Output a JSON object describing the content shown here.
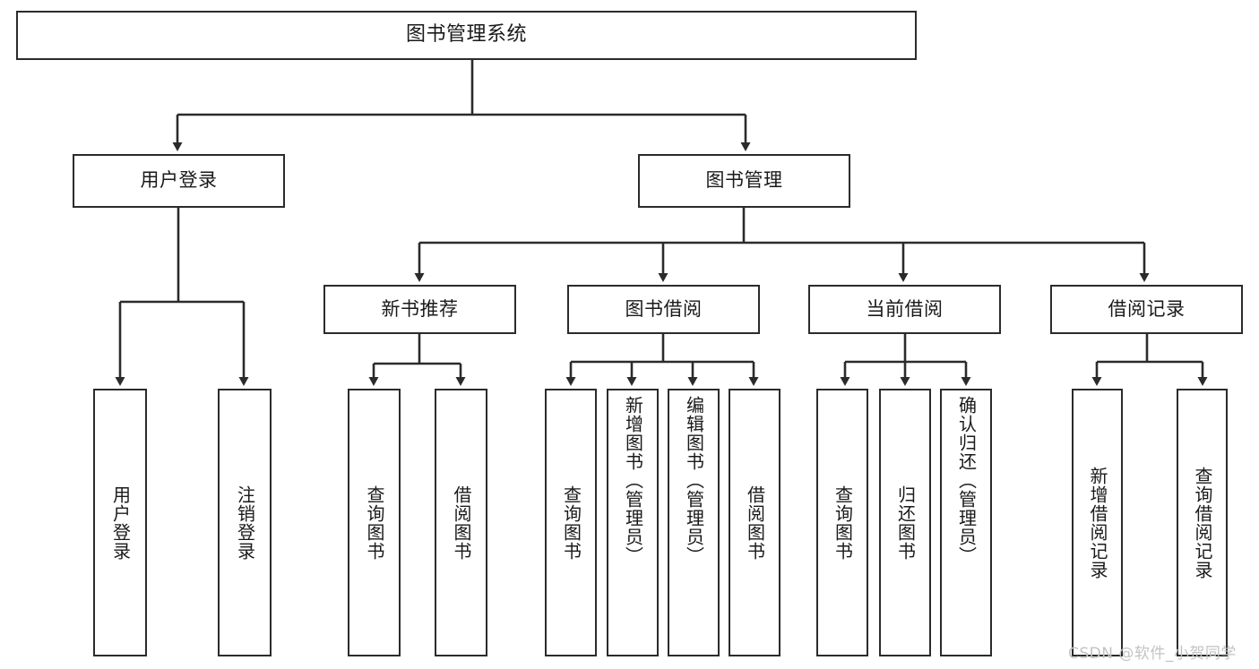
{
  "diagram": {
    "title": "图书管理系统",
    "root": {
      "label": "图书管理系统"
    },
    "level1": [
      {
        "label": "用户登录"
      },
      {
        "label": "图书管理"
      }
    ],
    "level2": [
      {
        "label": "新书推荐"
      },
      {
        "label": "图书借阅"
      },
      {
        "label": "当前借阅"
      },
      {
        "label": "借阅记录"
      }
    ],
    "leaves": {
      "user_login": [
        {
          "label": "用户登录"
        },
        {
          "label": "注销登录"
        }
      ],
      "new_book": [
        {
          "label": "查询图书"
        },
        {
          "label": "借阅图书"
        }
      ],
      "borrow": [
        {
          "label": "查询图书"
        },
        {
          "label": "新增图书（管理员）"
        },
        {
          "label": "编辑图书（管理员）"
        },
        {
          "label": "借阅图书"
        }
      ],
      "current": [
        {
          "label": "查询图书"
        },
        {
          "label": "归还图书"
        },
        {
          "label": "确认归还（管理员）"
        }
      ],
      "records": [
        {
          "label": "新增借阅记录"
        },
        {
          "label": "查询借阅记录"
        }
      ]
    }
  },
  "watermark": {
    "text": "CSDN @软件_小贺同学"
  },
  "colors": {
    "stroke": "#2b2b2b",
    "background": "#ffffff",
    "text": "#1a1a1a",
    "watermark": "#c3c3c3"
  }
}
